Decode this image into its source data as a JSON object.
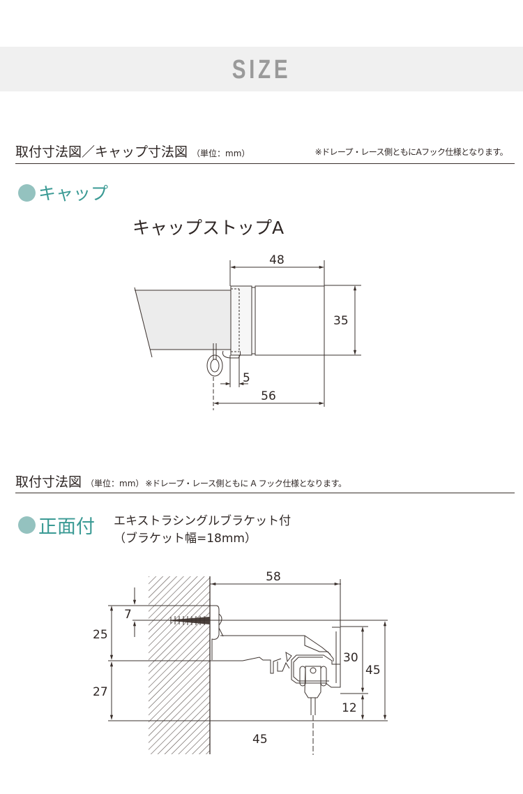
{
  "header": {
    "title": "SIZE",
    "band_color": "#f0f0f0",
    "title_color": "#9a9a9a"
  },
  "section1": {
    "heading": "取付寸法図／キャップ寸法図",
    "unit": "（単位：mm）",
    "note": "※ドレープ・レース側ともにAフック仕様となります。",
    "label": "キャップ",
    "accent_color": "#3a9a94",
    "dot_color": "#94c2bf",
    "product": "キャップストップA",
    "dimensions": {
      "cap_length": "48",
      "cap_height": "35",
      "gap": "5",
      "total_length": "56"
    }
  },
  "section2": {
    "heading": "取付寸法図",
    "unit": "（単位：mm）",
    "note": "※ドレープ・レース側ともに A フック仕様となります。",
    "label": "正面付",
    "bracket_name": "エキストラシングルブラケット付",
    "bracket_width": "（ブラケット幅=18mm）",
    "dimensions": {
      "projection": "58",
      "screw_offset": "7",
      "upper_height": "25",
      "lower_height": "27",
      "rail_height": "30",
      "total_height": "45",
      "hook_drop": "12",
      "hook_center_from_wall": "45"
    }
  }
}
